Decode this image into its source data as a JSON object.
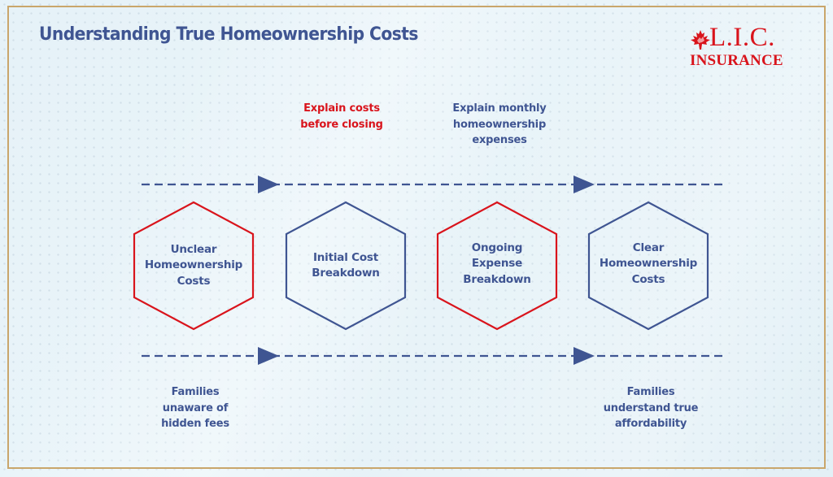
{
  "title": "Understanding True Homeownership Costs",
  "logo": {
    "brand": "L.I.C.",
    "subtitle": "INSURANCE",
    "icon": "maple-leaf-icon"
  },
  "colors": {
    "navy": "#3f5592",
    "red": "#d9141c",
    "gold_frame": "#c9a66b",
    "background": "#e6f2f8"
  },
  "top_labels": [
    {
      "text": "Explain costs before closing",
      "lines": [
        "Explain costs",
        "before closing"
      ],
      "color": "red"
    },
    {
      "text": "Explain monthly homeownership expenses",
      "lines": [
        "Explain monthly",
        "homeownership",
        "expenses"
      ],
      "color": "navy"
    }
  ],
  "stages": [
    {
      "lines": [
        "Unclear",
        "Homeownership",
        "Costs"
      ],
      "outline": "red"
    },
    {
      "lines": [
        "Initial Cost",
        "Breakdown"
      ],
      "outline": "navy"
    },
    {
      "lines": [
        "Ongoing",
        "Expense",
        "Breakdown"
      ],
      "outline": "red"
    },
    {
      "lines": [
        "Clear",
        "Homeownership",
        "Costs"
      ],
      "outline": "navy"
    }
  ],
  "bottom_labels": [
    {
      "lines": [
        "Families",
        "unaware of",
        "hidden fees"
      ],
      "color": "navy"
    },
    {
      "lines": [
        "Families",
        "understand true",
        "affordability"
      ],
      "color": "navy"
    }
  ]
}
